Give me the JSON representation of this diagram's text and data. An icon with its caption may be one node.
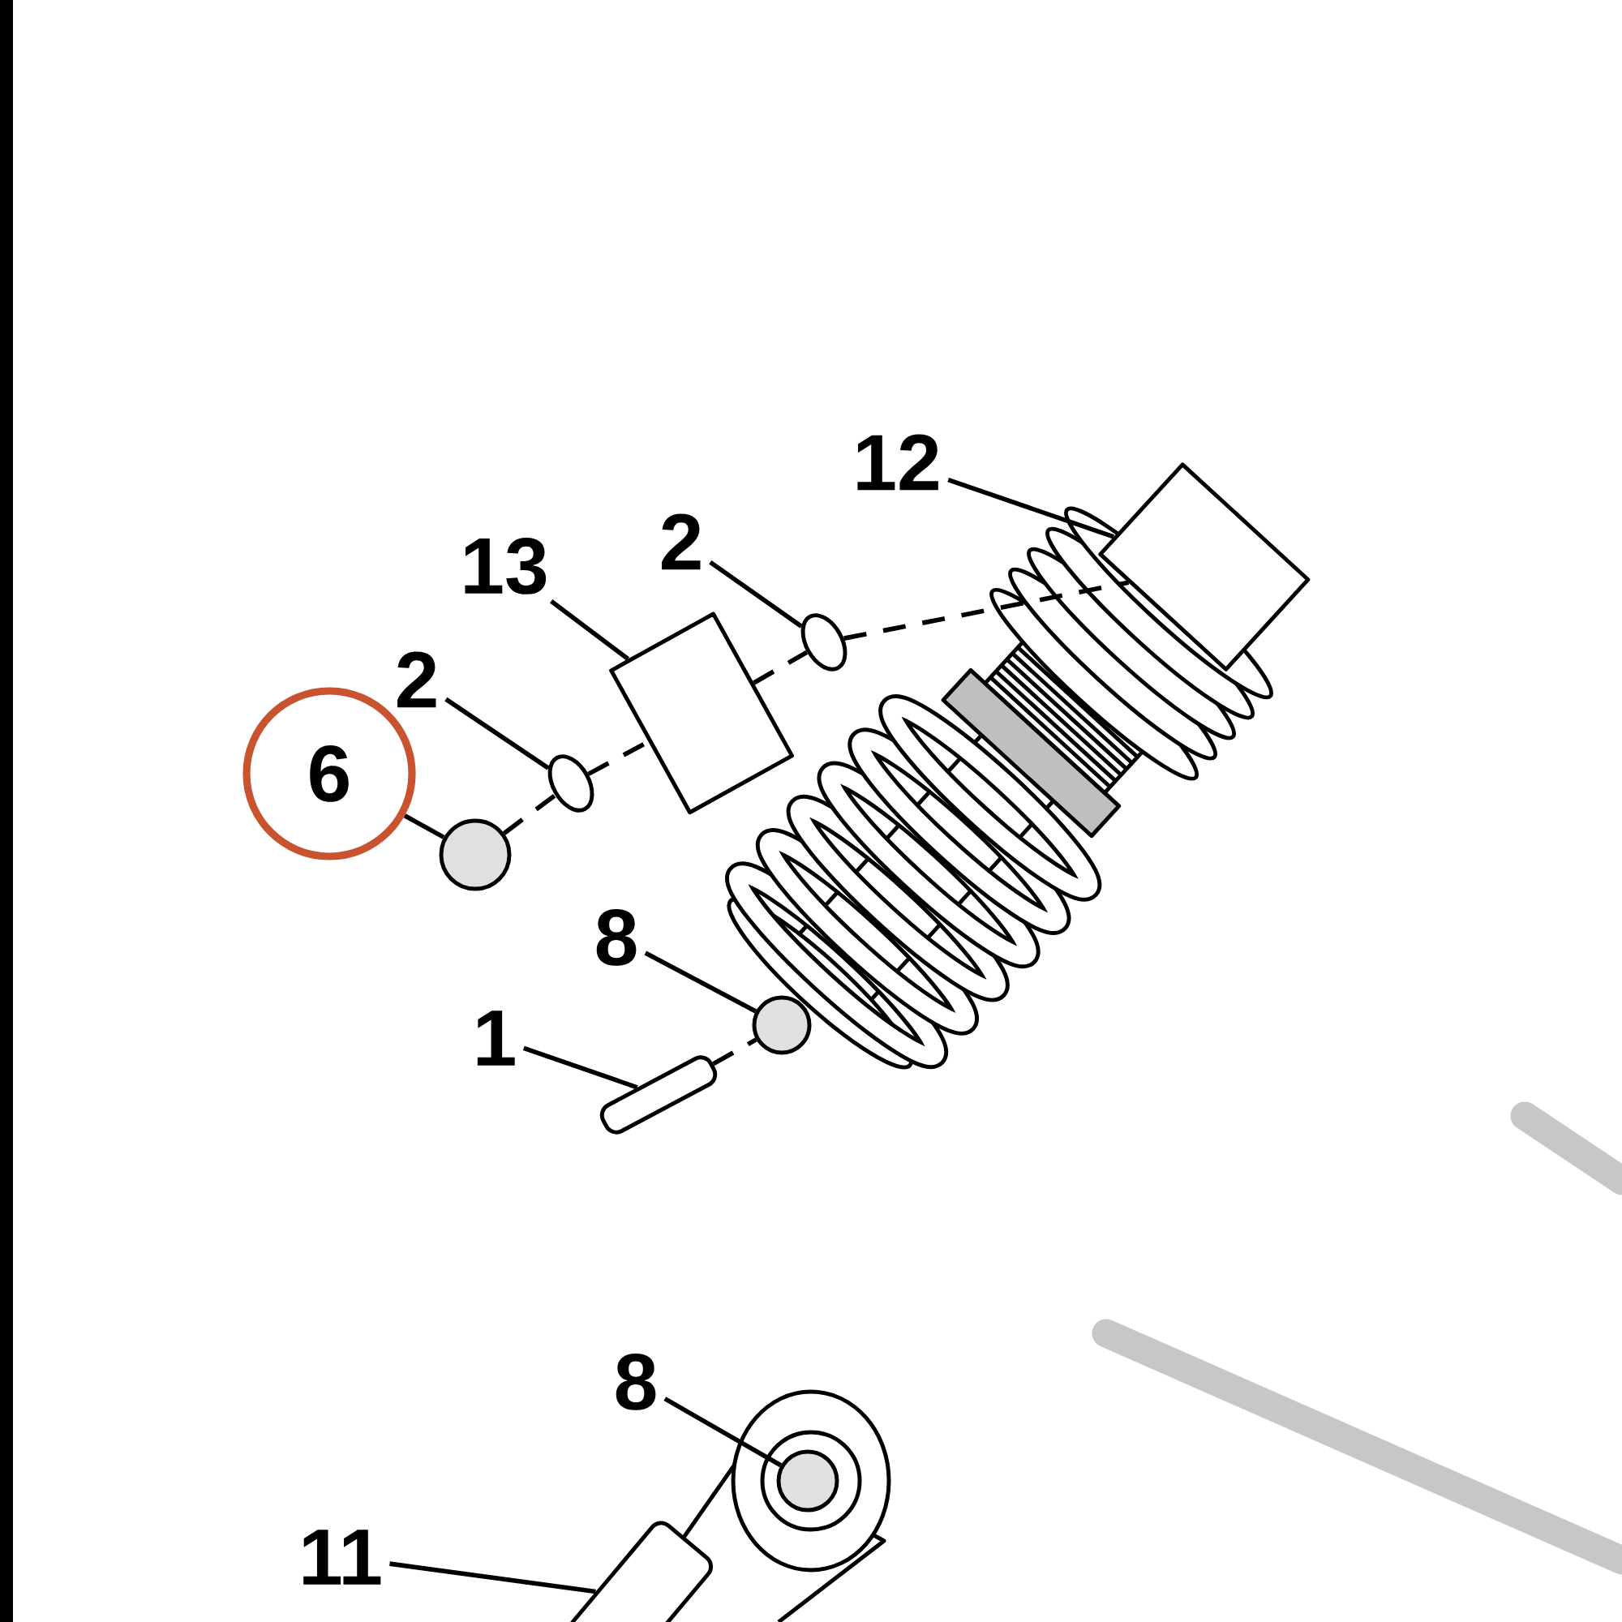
{
  "diagram": {
    "nodes": [
      {
        "text": [
          "12"
        ]
      },
      {
        "text": [
          "13"
        ]
      },
      {
        "text": [
          "2"
        ]
      },
      {
        "text": [
          "2"
        ]
      },
      {
        "text": [
          "6"
        ]
      },
      {
        "text": [
          "8"
        ]
      },
      {
        "text": [
          "1"
        ]
      },
      {
        "text": [
          "8"
        ]
      },
      {
        "text": [
          "11"
        ]
      },
      {
        "text": [],
        "shape": "cylinder"
      },
      {
        "text": [],
        "shape": "ellipse"
      },
      {
        "text": [],
        "shape": "cylinder"
      },
      {
        "text": [],
        "shape": "ellipse"
      },
      {
        "text": [],
        "shape": "circle"
      },
      {
        "text": [],
        "shape": "circle"
      },
      {
        "text": [],
        "shape": "bar"
      },
      {
        "text": [],
        "shape": "circle"
      },
      {
        "text": [],
        "shape": "bar"
      }
    ],
    "edges": [
      {
        "from": 0,
        "to": 9,
        "arrow": "none"
      },
      {
        "from": 1,
        "to": 11,
        "arrow": "none"
      },
      {
        "from": 2,
        "to": 10,
        "arrow": "none"
      },
      {
        "from": 3,
        "to": 12,
        "arrow": "none"
      },
      {
        "from": 4,
        "to": 13,
        "arrow": "none"
      },
      {
        "from": 5,
        "to": 14,
        "arrow": "none"
      },
      {
        "from": 6,
        "to": 15,
        "arrow": "none"
      },
      {
        "from": 7,
        "to": 16,
        "arrow": "none"
      },
      {
        "from": 8,
        "to": 17,
        "arrow": "none"
      },
      {
        "from": 13,
        "to": 12,
        "arrow": "none",
        "style": "dashed"
      },
      {
        "from": 12,
        "to": 11,
        "arrow": "none",
        "style": "dashed"
      },
      {
        "from": 11,
        "to": 10,
        "arrow": "none",
        "style": "dashed"
      },
      {
        "from": 10,
        "to": 9,
        "arrow": "none",
        "style": "dashed"
      },
      {
        "from": 15,
        "to": 14,
        "arrow": "none",
        "style": "dashed"
      }
    ]
  }
}
